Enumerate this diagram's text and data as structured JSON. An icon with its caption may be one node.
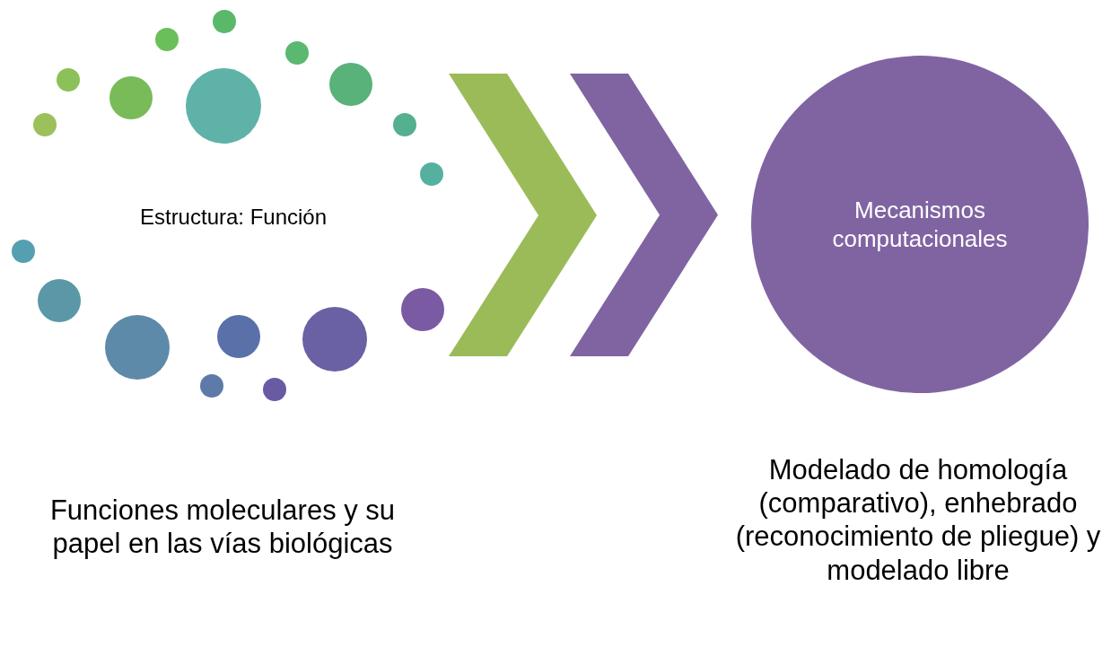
{
  "diagram": {
    "nodes": [
      {
        "text": [
          "Estructura: Función"
        ]
      },
      {
        "text": [],
        "shape": "chevron"
      },
      {
        "text": [
          "Mecanismos computacionales"
        ],
        "beside": [
          "Modelado de homología (comparativo), enhebrado (reconocimiento de pliegue) y modelado libre"
        ]
      }
    ],
    "edges": [
      {
        "from": 1,
        "to": 2,
        "arrow": "to"
      }
    ],
    "labels": [
      "Funciones moleculares y su papel en las vías biológicas"
    ]
  }
}
